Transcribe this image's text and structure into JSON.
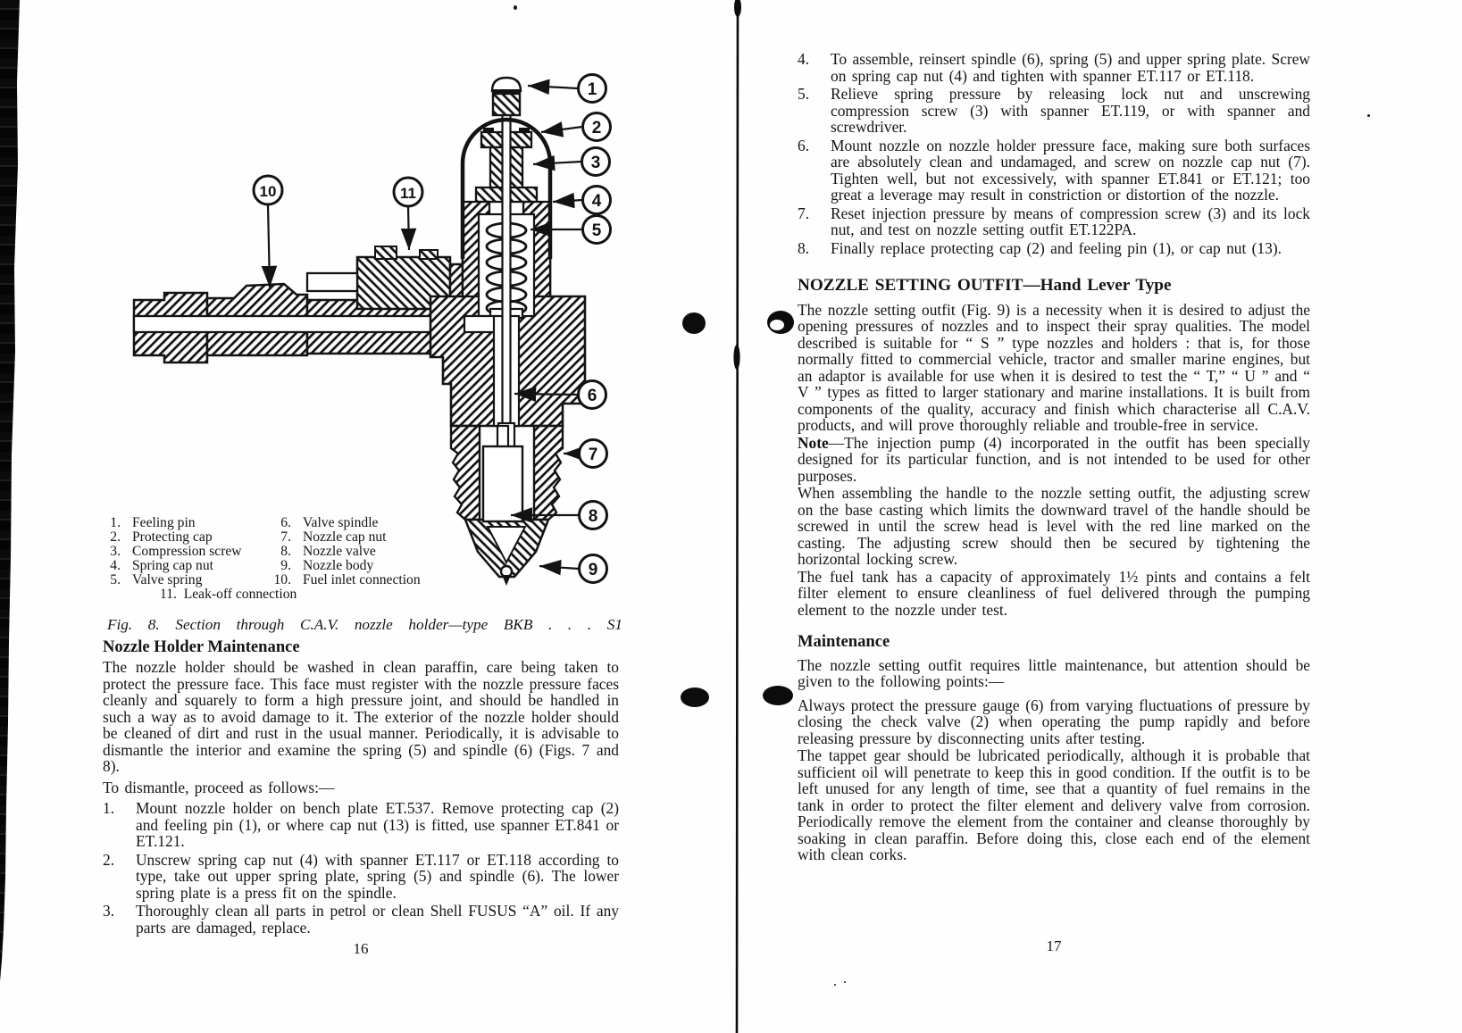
{
  "figure": {
    "caption_fig": "Fig. 8.",
    "caption_text": "Section through C.A.V. nozzle holder—type BKB . . . S1",
    "callouts": [
      "1",
      "2",
      "3",
      "4",
      "5",
      "6",
      "7",
      "8",
      "9",
      "10",
      "11"
    ],
    "legend": [
      {
        "num": "1.",
        "label": "Feeling pin"
      },
      {
        "num": "2.",
        "label": "Protecting cap"
      },
      {
        "num": "3.",
        "label": "Compression screw"
      },
      {
        "num": "4.",
        "label": "Spring cap nut"
      },
      {
        "num": "5.",
        "label": "Valve spring"
      },
      {
        "num": "6.",
        "label": "Valve spindle"
      },
      {
        "num": "7.",
        "label": "Nozzle cap nut"
      },
      {
        "num": "8.",
        "label": "Nozzle valve"
      },
      {
        "num": "9.",
        "label": "Nozzle body"
      },
      {
        "num": "10.",
        "label": "Fuel inlet connection"
      },
      {
        "num": "11.",
        "label": "Leak-off connection"
      }
    ]
  },
  "left_page": {
    "section_heading": "Nozzle Holder Maintenance",
    "para1": "The nozzle holder should be washed in clean paraffin, care being taken to protect the pressure face.  This face must register with the nozzle pressure faces cleanly and squarely to form a high pressure joint, and should be handled in such a way as to avoid damage to it.  The exterior of the nozzle holder should be cleaned of dirt and rust in the usual manner.  Periodically, it is advisable to dismantle the interior and examine the spring (5) and spindle (6) (Figs. 7 and 8).",
    "dismantle_intro": "To dismantle, proceed as follows:—",
    "steps": [
      {
        "num": "1.",
        "text": "Mount nozzle holder on bench plate ET.537.  Remove protecting cap (2) and feeling pin (1), or where cap nut (13) is fitted, use spanner ET.841 or ET.121."
      },
      {
        "num": "2.",
        "text": "Unscrew spring cap nut (4) with spanner ET.117 or ET.118 according to type, take out upper spring plate, spring (5) and spindle (6).  The lower spring plate is a press fit on the spindle."
      },
      {
        "num": "3.",
        "text": "Thoroughly clean all parts in petrol or clean Shell FUSUS “A” oil.  If any parts are damaged, replace."
      }
    ],
    "page_number": "16"
  },
  "right_page": {
    "steps": [
      {
        "num": "4.",
        "text": "To assemble, reinsert spindle (6), spring (5) and upper spring plate.  Screw on spring cap nut (4) and tighten with spanner ET.117 or ET.118."
      },
      {
        "num": "5.",
        "text": "Relieve spring pressure by releasing lock nut and unscrewing compression screw (3) with spanner ET.119, or with spanner and screwdriver."
      },
      {
        "num": "6.",
        "text": "Mount nozzle on nozzle holder pressure face, making sure both surfaces are absolutely clean and undamaged, and screw on nozzle cap nut (7).  Tighten well, but not excessively, with spanner ET.841 or ET.121; too great a leverage may result in constriction or distortion of the nozzle."
      },
      {
        "num": "7.",
        "text": "Reset injection pressure by means of compression screw (3) and its lock nut, and test on nozzle setting outfit ET.122PA."
      },
      {
        "num": "8.",
        "text": "Finally replace protecting cap (2) and feeling pin (1), or cap nut (13)."
      }
    ],
    "outfit_heading": "NOZZLE SETTING OUTFIT—Hand Lever Type",
    "outfit_para1": "The nozzle setting outfit (Fig. 9) is a necessity when it is desired to adjust the opening pressures of nozzles and to inspect their spray qualities.  The model described is suitable for “ S ” type nozzles and holders : that is, for those normally fitted to commercial vehicle, tractor and smaller marine engines, but an adaptor is available for use when it is desired to test the “ T,” “ U ” and “ V ” types as fitted to larger stationary and marine installations.  It is built from components of the quality, accuracy and finish which characterise all C.A.V. products, and will prove thoroughly reliable and trouble-free in service.",
    "note_label": "Note",
    "note_text": "—The injection pump (4) incorporated in the outfit has been specially designed for its particular function, and is not intended to be used for other purposes.",
    "outfit_para2": "When assembling the handle to the nozzle setting outfit, the adjusting screw on the base casting which limits the downward travel of the handle should be screwed in until the screw head is level with the red line marked on the casting.  The adjusting screw should then be secured by tightening the horizontal locking screw.",
    "outfit_para3": "The fuel tank has a capacity of approximately 1½ pints and contains a felt filter element to ensure cleanliness of fuel delivered through the pumping element to the nozzle under test.",
    "maintenance_heading": "Maintenance",
    "maintenance_intro": "The nozzle setting outfit requires little maintenance, but attention should be given to the following points:—",
    "maintenance_para1": "Always protect the pressure gauge (6) from varying fluctuations of pressure by closing the check valve (2) when operating the pump rapidly and before releasing pressure by disconnecting units after testing.",
    "maintenance_para2": "The tappet gear should be lubricated periodically, although it is probable that sufficient oil will penetrate to keep this in good condition.  If the outfit is to be left unused for any length of time, see that a quantity of fuel remains in the tank in order to protect the filter element and delivery valve from corrosion.  Periodically remove the element from the container and cleanse thoroughly by soaking in clean paraffin.  Before doing this, close each end of the element with clean corks.",
    "page_number": "17"
  }
}
